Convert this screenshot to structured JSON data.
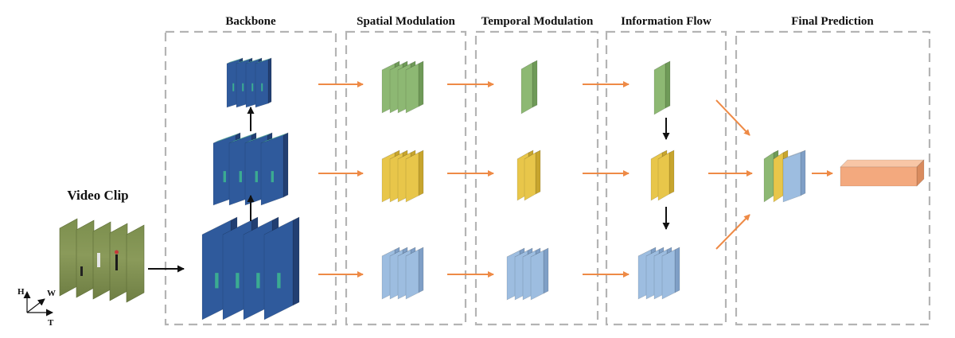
{
  "labels": {
    "video_clip": "Video Clip",
    "stages": [
      "Backbone",
      "Spatial Modulation",
      "Temporal Modulation",
      "Information Flow",
      "Final Prediction"
    ],
    "axes": {
      "h": "H",
      "w": "W",
      "t": "T"
    }
  },
  "colors": {
    "dashed_box": "#b4b4b4",
    "orange_arrow": "#ee8a46",
    "black_arrow": "#111111",
    "green_front": "#8db873",
    "green_side": "#6f9a58",
    "green_top": "#b8d6a3",
    "yellow_front": "#e8c64a",
    "yellow_side": "#c7a52e",
    "yellow_top": "#f4df8e",
    "blue_front": "#9dbde0",
    "blue_side": "#7f9fc6",
    "blue_top": "#c5d9ee",
    "feature_front": "#2f5a9c",
    "feature_side": "#223f72",
    "feature_top": "#4fc0b6",
    "output_front": "#f3a97e",
    "output_side": "#d98b5e",
    "output_top": "#f8c6a6"
  }
}
